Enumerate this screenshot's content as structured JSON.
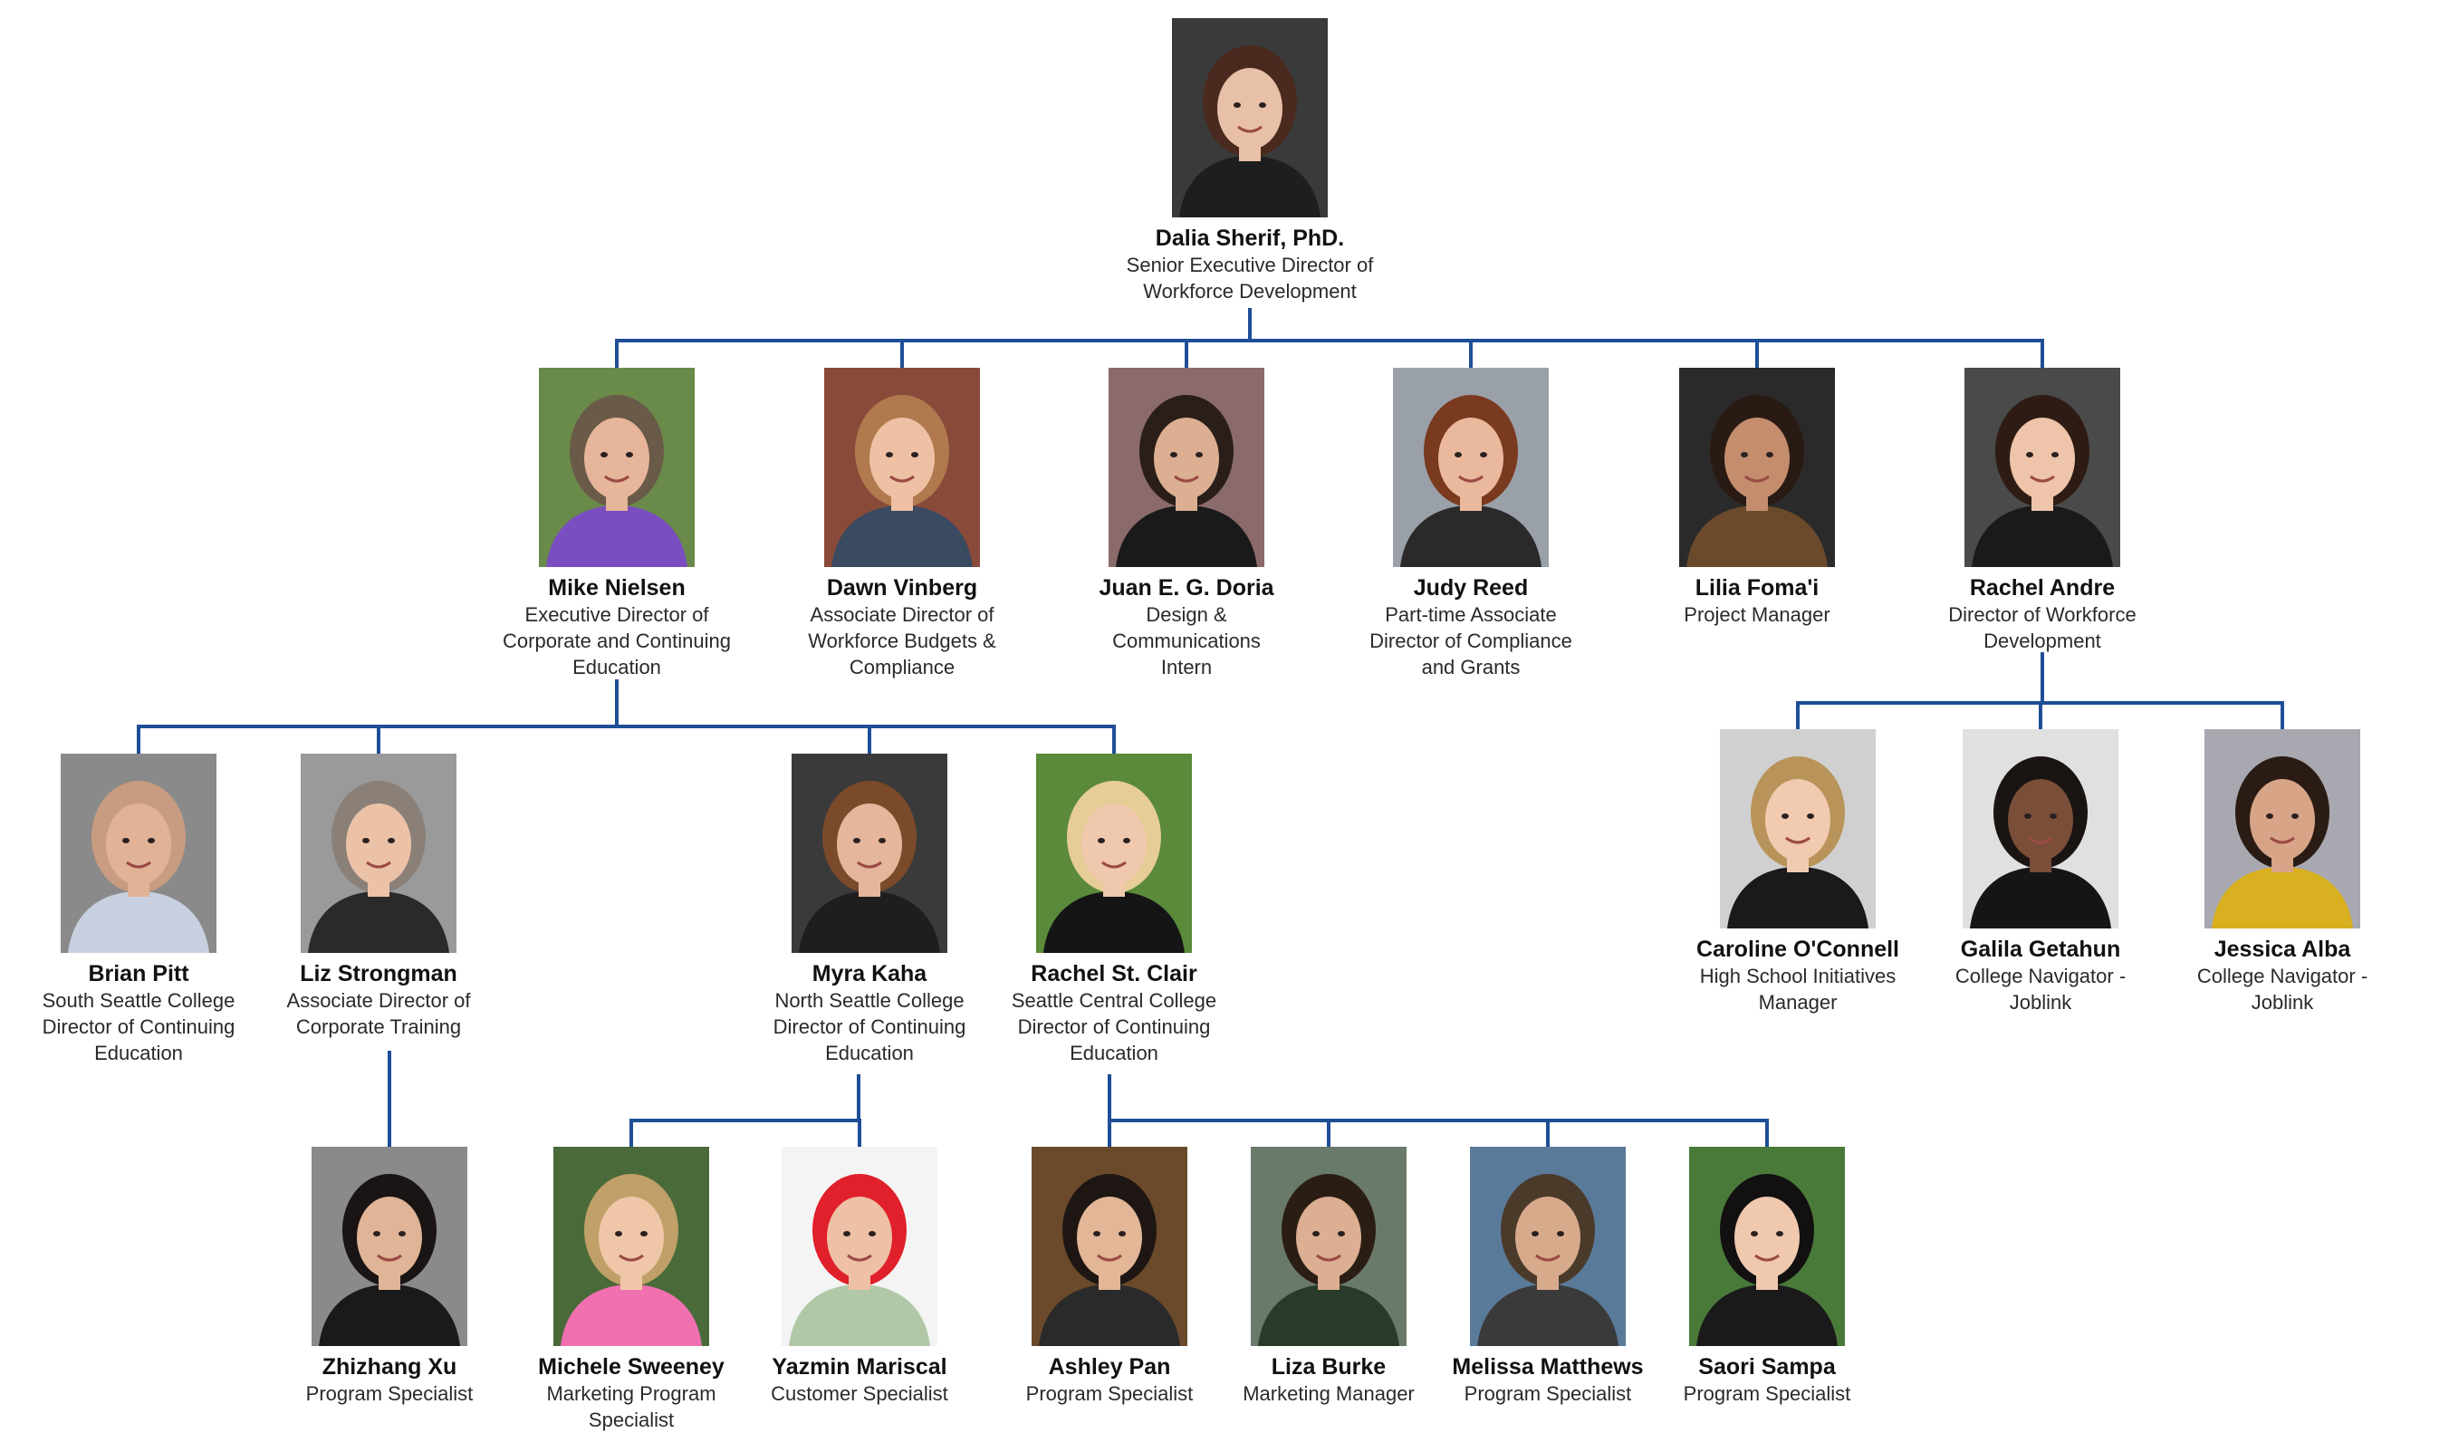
{
  "line_color": "#1f4e96",
  "people": [
    {
      "id": "dalia",
      "name": "Dalia Sherif, PhD.",
      "title": "Senior Executive Director of\nWorkforce Development",
      "bg": "#3a3a3a",
      "hair": "#4a2a1e",
      "skin": "#e8c0a8",
      "shirt": "#1e1e1e"
    },
    {
      "id": "mike",
      "name": "Mike Nielsen",
      "title": "Executive Director of\nCorporate and Continuing\nEducation",
      "bg": "#6a8a4a",
      "hair": "#6a5a48",
      "skin": "#e6b59a",
      "shirt": "#7a4ec0"
    },
    {
      "id": "dawn",
      "name": "Dawn Vinberg",
      "title": "Associate Director of\nWorkforce Budgets &\nCompliance",
      "bg": "#8a4a3a",
      "hair": "#b07a4e",
      "skin": "#eec0a4",
      "shirt": "#3a4a60"
    },
    {
      "id": "juan",
      "name": "Juan E. G. Doria",
      "title": "Design &\nCommunications\nIntern",
      "bg": "#8a6a6a",
      "hair": "#2a1e18",
      "skin": "#dcae92",
      "shirt": "#1a1a1a"
    },
    {
      "id": "judy",
      "name": "Judy Reed",
      "title": "Part-time Associate\nDirector of Compliance\nand Grants",
      "bg": "#9aa0a8",
      "hair": "#7a3a20",
      "skin": "#eab89c",
      "shirt": "#2a2a2a"
    },
    {
      "id": "lilia",
      "name": "Lilia Foma'i",
      "title": "Project Manager",
      "bg": "#2a2a2a",
      "hair": "#2a1a14",
      "skin": "#c48e6e",
      "shirt": "#6a4a2a"
    },
    {
      "id": "rachela",
      "name": "Rachel Andre",
      "title": "Director of Workforce\nDevelopment",
      "bg": "#4a4a4a",
      "hair": "#2e1c14",
      "skin": "#eec4aa",
      "shirt": "#1a1a1a"
    },
    {
      "id": "brian",
      "name": "Brian Pitt",
      "title": "South Seattle College\nDirector of Continuing\nEducation",
      "bg": "#8a8a8a",
      "hair": "#c89c80",
      "skin": "#e2b296",
      "shirt": "#c8d0e0"
    },
    {
      "id": "liz",
      "name": "Liz Strongman",
      "title": "Associate Director of\nCorporate Training",
      "bg": "#9a9a9a",
      "hair": "#8a8078",
      "skin": "#ecc2a6",
      "shirt": "#2a2a2a"
    },
    {
      "id": "myra",
      "name": "Myra Kaha",
      "title": "North Seattle College\nDirector of Continuing\nEducation",
      "bg": "#3a3a3a",
      "hair": "#7a4a2a",
      "skin": "#e6b69c",
      "shirt": "#1e1e1e"
    },
    {
      "id": "rachels",
      "name": "Rachel St. Clair",
      "title": "Seattle Central College\nDirector of Continuing\nEducation",
      "bg": "#5a8a3a",
      "hair": "#e6cc96",
      "skin": "#f0c8ae",
      "shirt": "#151515"
    },
    {
      "id": "caroline",
      "name": "Caroline O'Connell",
      "title": "High School Initiatives\nManager",
      "bg": "#d0d0d0",
      "hair": "#b8945a",
      "skin": "#f2cab0",
      "shirt": "#1a1a1a"
    },
    {
      "id": "galila",
      "name": "Galila Getahun",
      "title": "College Navigator -\nJoblink",
      "bg": "#e0e0e0",
      "hair": "#1a1412",
      "skin": "#7a4e38",
      "shirt": "#151515"
    },
    {
      "id": "jessica",
      "name": "Jessica Alba",
      "title": "College Navigator -\nJoblink",
      "bg": "#a8a8b0",
      "hair": "#2a1c14",
      "skin": "#d8a488",
      "shirt": "#d8b020"
    },
    {
      "id": "zhizhang",
      "name": "Zhizhang Xu",
      "title": "Program Specialist",
      "bg": "#8a8a8a",
      "hair": "#1a1414",
      "skin": "#e0b496",
      "shirt": "#1a1a1a"
    },
    {
      "id": "michele",
      "name": "Michele Sweeney",
      "title": "Marketing Program\nSpecialist",
      "bg": "#4a6a3a",
      "hair": "#c0a068",
      "skin": "#f0c6a8",
      "shirt": "#f070b0"
    },
    {
      "id": "yazmin",
      "name": "Yazmin Mariscal",
      "title": "Customer Specialist",
      "bg": "#f4f4f4",
      "hair": "#e0202a",
      "skin": "#eec0a6",
      "shirt": "#b0c8a8"
    },
    {
      "id": "ashley",
      "name": "Ashley Pan",
      "title": "Program Specialist",
      "bg": "#6a4a2a",
      "hair": "#1e1612",
      "skin": "#e2b696",
      "shirt": "#2a2a2a"
    },
    {
      "id": "liza",
      "name": "Liza Burke",
      "title": "Marketing Manager",
      "bg": "#6a7a6a",
      "hair": "#2a1e14",
      "skin": "#dcae92",
      "shirt": "#2a3a2a"
    },
    {
      "id": "melissa",
      "name": "Melissa Matthews",
      "title": "Program Specialist",
      "bg": "#5a7a9a",
      "hair": "#4a3a2a",
      "skin": "#d8aa8c",
      "shirt": "#3a3a3a"
    },
    {
      "id": "saori",
      "name": "Saori Sampa",
      "title": "Program Specialist",
      "bg": "#4a7a3a",
      "hair": "#121010",
      "skin": "#f0c8ae",
      "shirt": "#1a1a1a"
    }
  ]
}
